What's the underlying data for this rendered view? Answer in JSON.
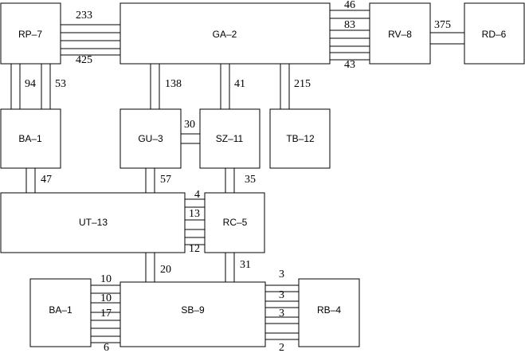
{
  "blocks": {
    "rp7": "RP–7",
    "ga2": "GA–2",
    "rv8": "RV–8",
    "rd6": "RD–6",
    "ba1_top": "BA–1",
    "gu3": "GU–3",
    "sz11": "SZ–11",
    "tb12": "TB–12",
    "ut13": "UT–13",
    "rc5": "RC–5",
    "ba1_bottom": "BA–1",
    "sb9": "SB–9",
    "rb4": "RB–4"
  },
  "links": {
    "rp7_ga2_upper": "233",
    "rp7_ga2_lower": "425",
    "ga2_rv8_1": "46",
    "ga2_rv8_2": "83",
    "ga2_rv8_3": "43",
    "rv8_rd6": "375",
    "rp7_ba1_left": "94",
    "rp7_ba1_right": "53",
    "ga2_gu3": "138",
    "ga2_sz11": "41",
    "ga2_tb12": "215",
    "gu3_sz11": "30",
    "ba1_ut13": "47",
    "gu3_ut13": "57",
    "sz11_rc5": "35",
    "ut13_rc5_1": "4",
    "ut13_rc5_2": "13",
    "ut13_rc5_3": "12",
    "ut13_sb9": "20",
    "rc5_sb9": "31",
    "ba1_sb9_1": "10",
    "ba1_sb9_2": "10",
    "ba1_sb9_3": "17",
    "ba1_sb9_4": "6",
    "sb9_rb4_1": "3",
    "sb9_rb4_2": "3",
    "sb9_rb4_3": "3",
    "sb9_rb4_4": "2"
  }
}
